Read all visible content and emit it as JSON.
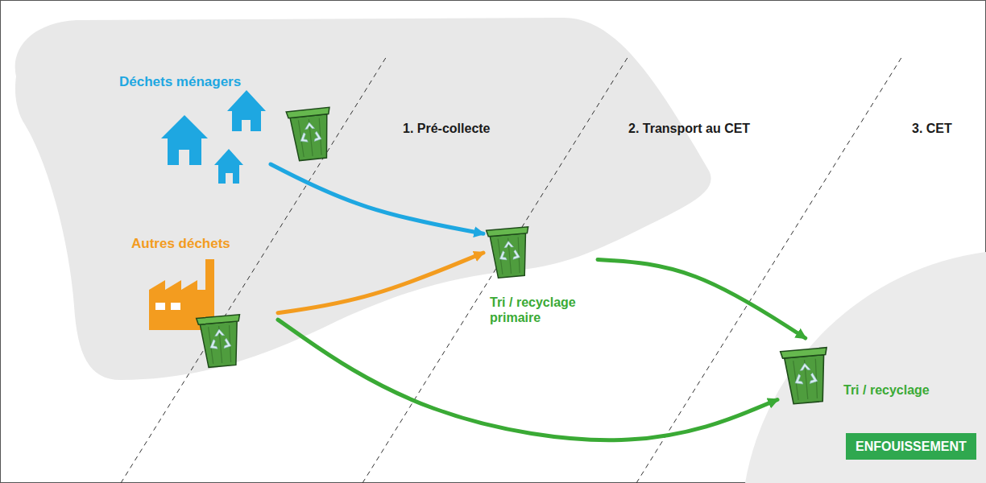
{
  "diagram": {
    "nodes": [
      {
        "text": [
          "Déchets ménagers"
        ]
      },
      {
        "text": [
          "Autres déchets"
        ]
      },
      {
        "text": [
          "Tri / recyclage primaire"
        ]
      },
      {
        "text": [
          "Tri / recyclage"
        ]
      },
      {
        "text": [
          "ENFOUISSEMENT"
        ]
      }
    ],
    "edges": [
      {
        "from": 0,
        "to": 2,
        "arrow": "to"
      },
      {
        "from": 1,
        "to": 2,
        "arrow": "to"
      },
      {
        "from": 2,
        "to": 3,
        "arrow": "to"
      },
      {
        "from": 1,
        "to": 3,
        "arrow": "to"
      }
    ],
    "labels": [
      "1. Pré-collecte",
      "2. Transport au CET",
      "3. CET"
    ]
  }
}
